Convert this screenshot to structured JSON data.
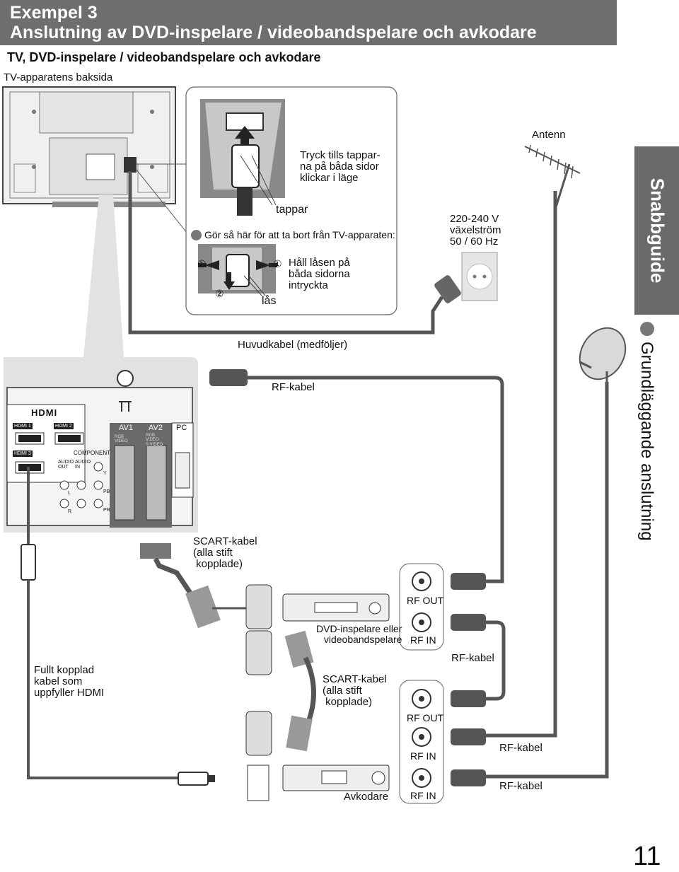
{
  "header": {
    "line1": "Exempel 3",
    "line2": "Anslutning av DVD-inspelare / videobandspelare och avkodare"
  },
  "subtitle": "TV, DVD-inspelare / videobandspelare och avkodare",
  "tv_back_label": "TV-apparatens baksida",
  "side_tab": "Snabbguide",
  "side_section": "Grundläggande anslutning",
  "page_number": "11",
  "inset": {
    "push_text": "Tryck tills tappar-\nna på båda sidor\nklickar i läge",
    "tabs_label": "tappar",
    "remove_text": "Gör så här för att ta bort från TV-apparaten:",
    "hold_text": "Håll låsen på\nbåda sidorna\nintryckta",
    "lock_label": "lås",
    "marker_1": "①",
    "marker_2": "②"
  },
  "power": {
    "spec": "220-240 V\nväxelström\n50 / 60 Hz"
  },
  "antenna_label": "Antenn",
  "main_cable_label": "Huvudkabel (medföljer)",
  "rf_cable_top": "RF-kabel",
  "rf_cable_mid": "RF-kabel",
  "rf_cable_low1": "RF-kabel",
  "rf_cable_low2": "RF-kabel",
  "scart_cable_1": "SCART-kabel\n(alla stift\n kopplade)",
  "scart_cable_2": "SCART-kabel\n(alla stift\n kopplade)",
  "hdmi_cable": "Fullt kopplad\nkabel som\nuppfyller HDMI",
  "dvd_label": "DVD-inspelare eller\nvideobandspelare",
  "decoder_label": "Avkodare",
  "rf_out_1": "RF OUT",
  "rf_in_1": "RF IN",
  "rf_out_2": "RF OUT",
  "rf_in_2": "RF IN",
  "rf_in_3": "RF IN",
  "panel": {
    "hdmi_logo": "HDMI",
    "hdmi1": "HDMI 1",
    "hdmi2": "HDMI 2",
    "hdmi3": "HDMI 3",
    "component": "COMPONENT",
    "audio_out": "AUDIO\nOUT",
    "audio_in": "AUDIO\nIN",
    "av1": "AV1",
    "av2": "AV2",
    "pc": "PC",
    "rgb_video": "RGB\nVIDEO",
    "rgb_video_svideo": "RGB\nVIDEO\nS VIDEO",
    "y": "Y",
    "pb": "PB",
    "pr": "PR",
    "l": "L",
    "r": "R"
  },
  "colors": {
    "header_bg": "#6e6e6e",
    "panel_bg": "#e2e2e2",
    "cable": "#555555"
  }
}
